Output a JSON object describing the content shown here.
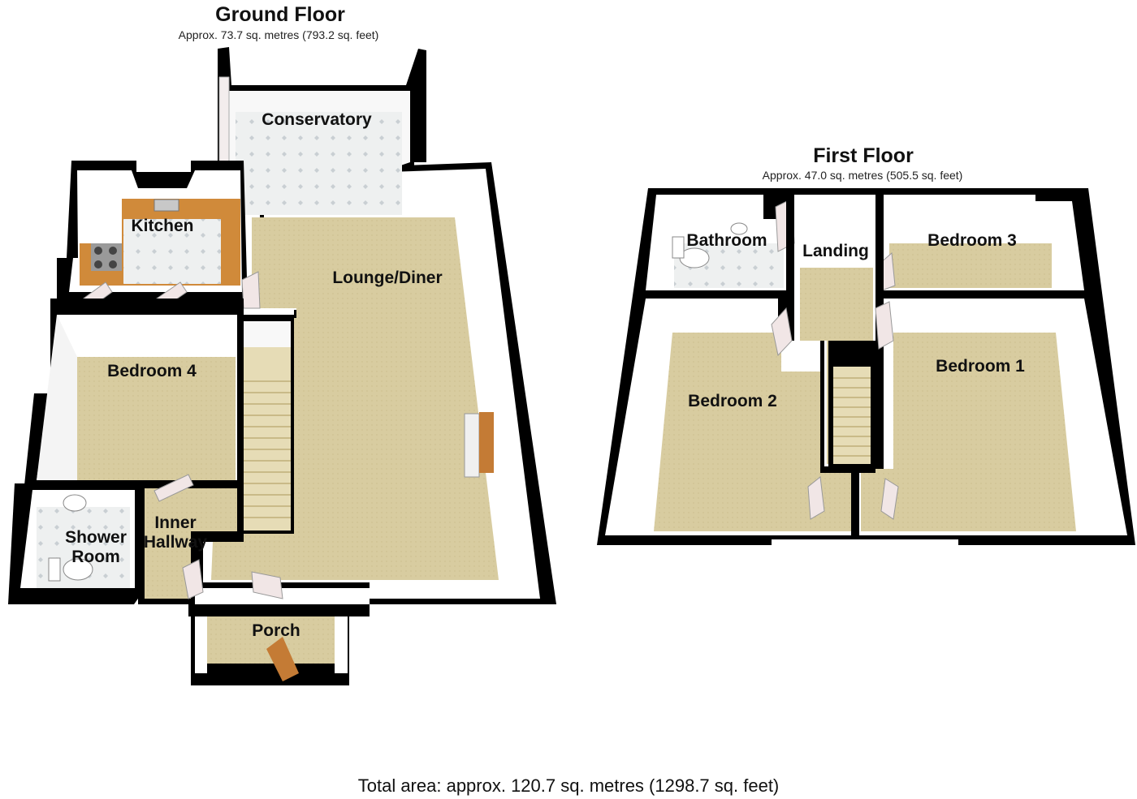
{
  "ground_floor": {
    "title": "Ground Floor",
    "area": "Approx. 73.7 sq. metres (793.2 sq. feet)",
    "rooms": {
      "conservatory": "Conservatory",
      "kitchen": "Kitchen",
      "lounge_diner": "Lounge/Diner",
      "bedroom_4": "Bedroom 4",
      "shower_room_line1": "Shower",
      "shower_room_line2": "Room",
      "inner_hallway_line1": "Inner",
      "inner_hallway_line2": "Hallway",
      "porch": "Porch"
    }
  },
  "first_floor": {
    "title": "First Floor",
    "area": "Approx. 47.0 sq. metres (505.5 sq. feet)",
    "rooms": {
      "bathroom": "Bathroom",
      "landing": "Landing",
      "bedroom_3": "Bedroom 3",
      "bedroom_1": "Bedroom 1",
      "bedroom_2": "Bedroom 2"
    }
  },
  "total_area": "Total area: approx. 120.7 sq. metres (1298.7 sq. feet)",
  "colors": {
    "wall": "#000000",
    "wall_face": "#ffffff",
    "carpet": "#d8cca0",
    "tile": "#eef0f0",
    "worktop": "#d08a3a",
    "door": "#f1e6e6"
  }
}
